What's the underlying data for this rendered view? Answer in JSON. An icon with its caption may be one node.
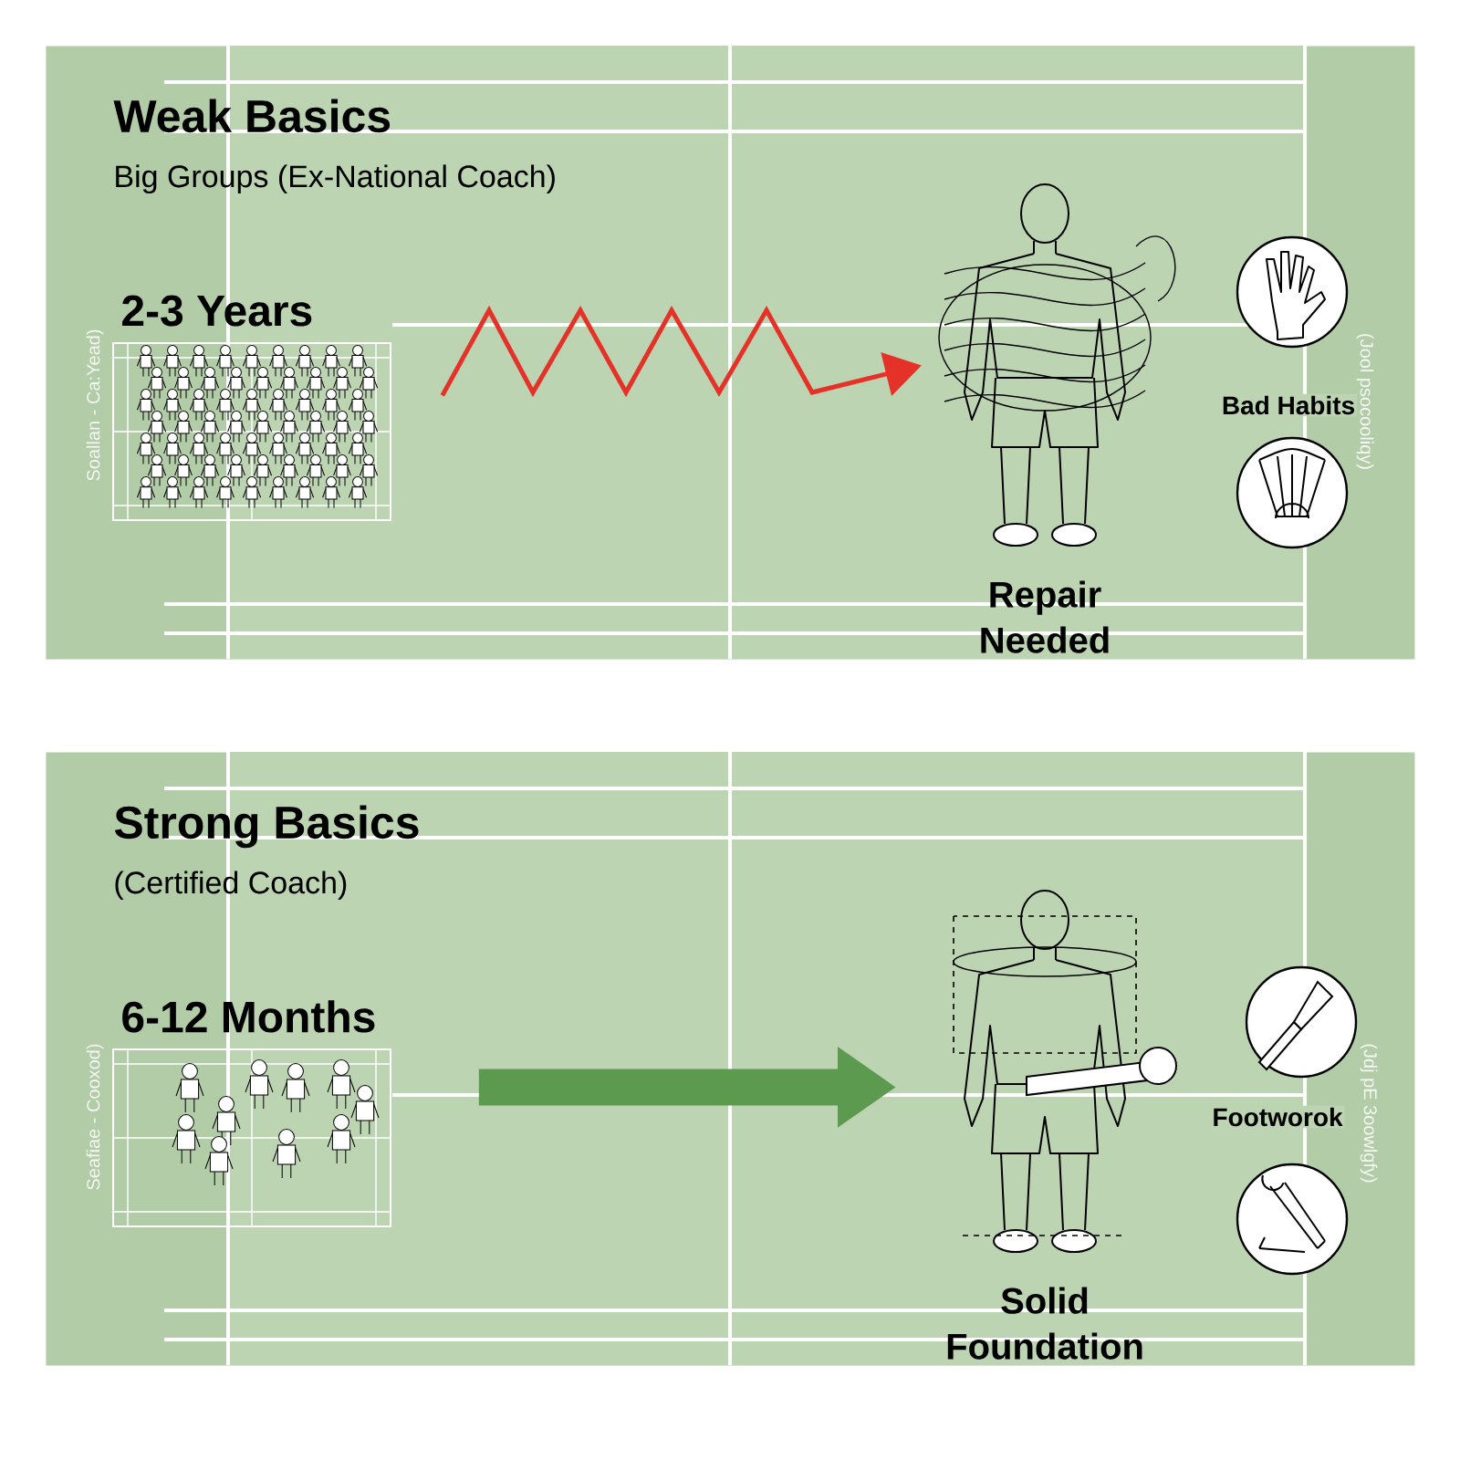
{
  "diagram": {
    "nodes": [
      {
        "text": [
          "Weak Basics",
          "Big Groups (Ex-National Coach)"
        ]
      },
      {
        "text": [
          "2-3 Years"
        ],
        "in": 0
      },
      {
        "text": [
          "Repair Needed"
        ],
        "in": 0
      },
      {
        "text": [
          "Strong Basics",
          "(Certified Coach)"
        ]
      },
      {
        "text": [
          "6-12 Months"
        ],
        "in": 3
      },
      {
        "text": [
          "Solid Foundation"
        ],
        "in": 3
      }
    ],
    "edges": [
      {
        "from": 1,
        "to": 2,
        "arrow": "to",
        "color": "#e53228"
      },
      {
        "from": 4,
        "to": 5,
        "arrow": "to",
        "style": "thick",
        "color": "#5b9a4f"
      }
    ],
    "labels": [
      "Soallan - Ca:Yead)",
      "Bad Habits",
      "(Jool psocooliqy)",
      "Seafiae - Cooxod)",
      "Footworok",
      "(Jdj pE 3oowlgfy)"
    ]
  }
}
